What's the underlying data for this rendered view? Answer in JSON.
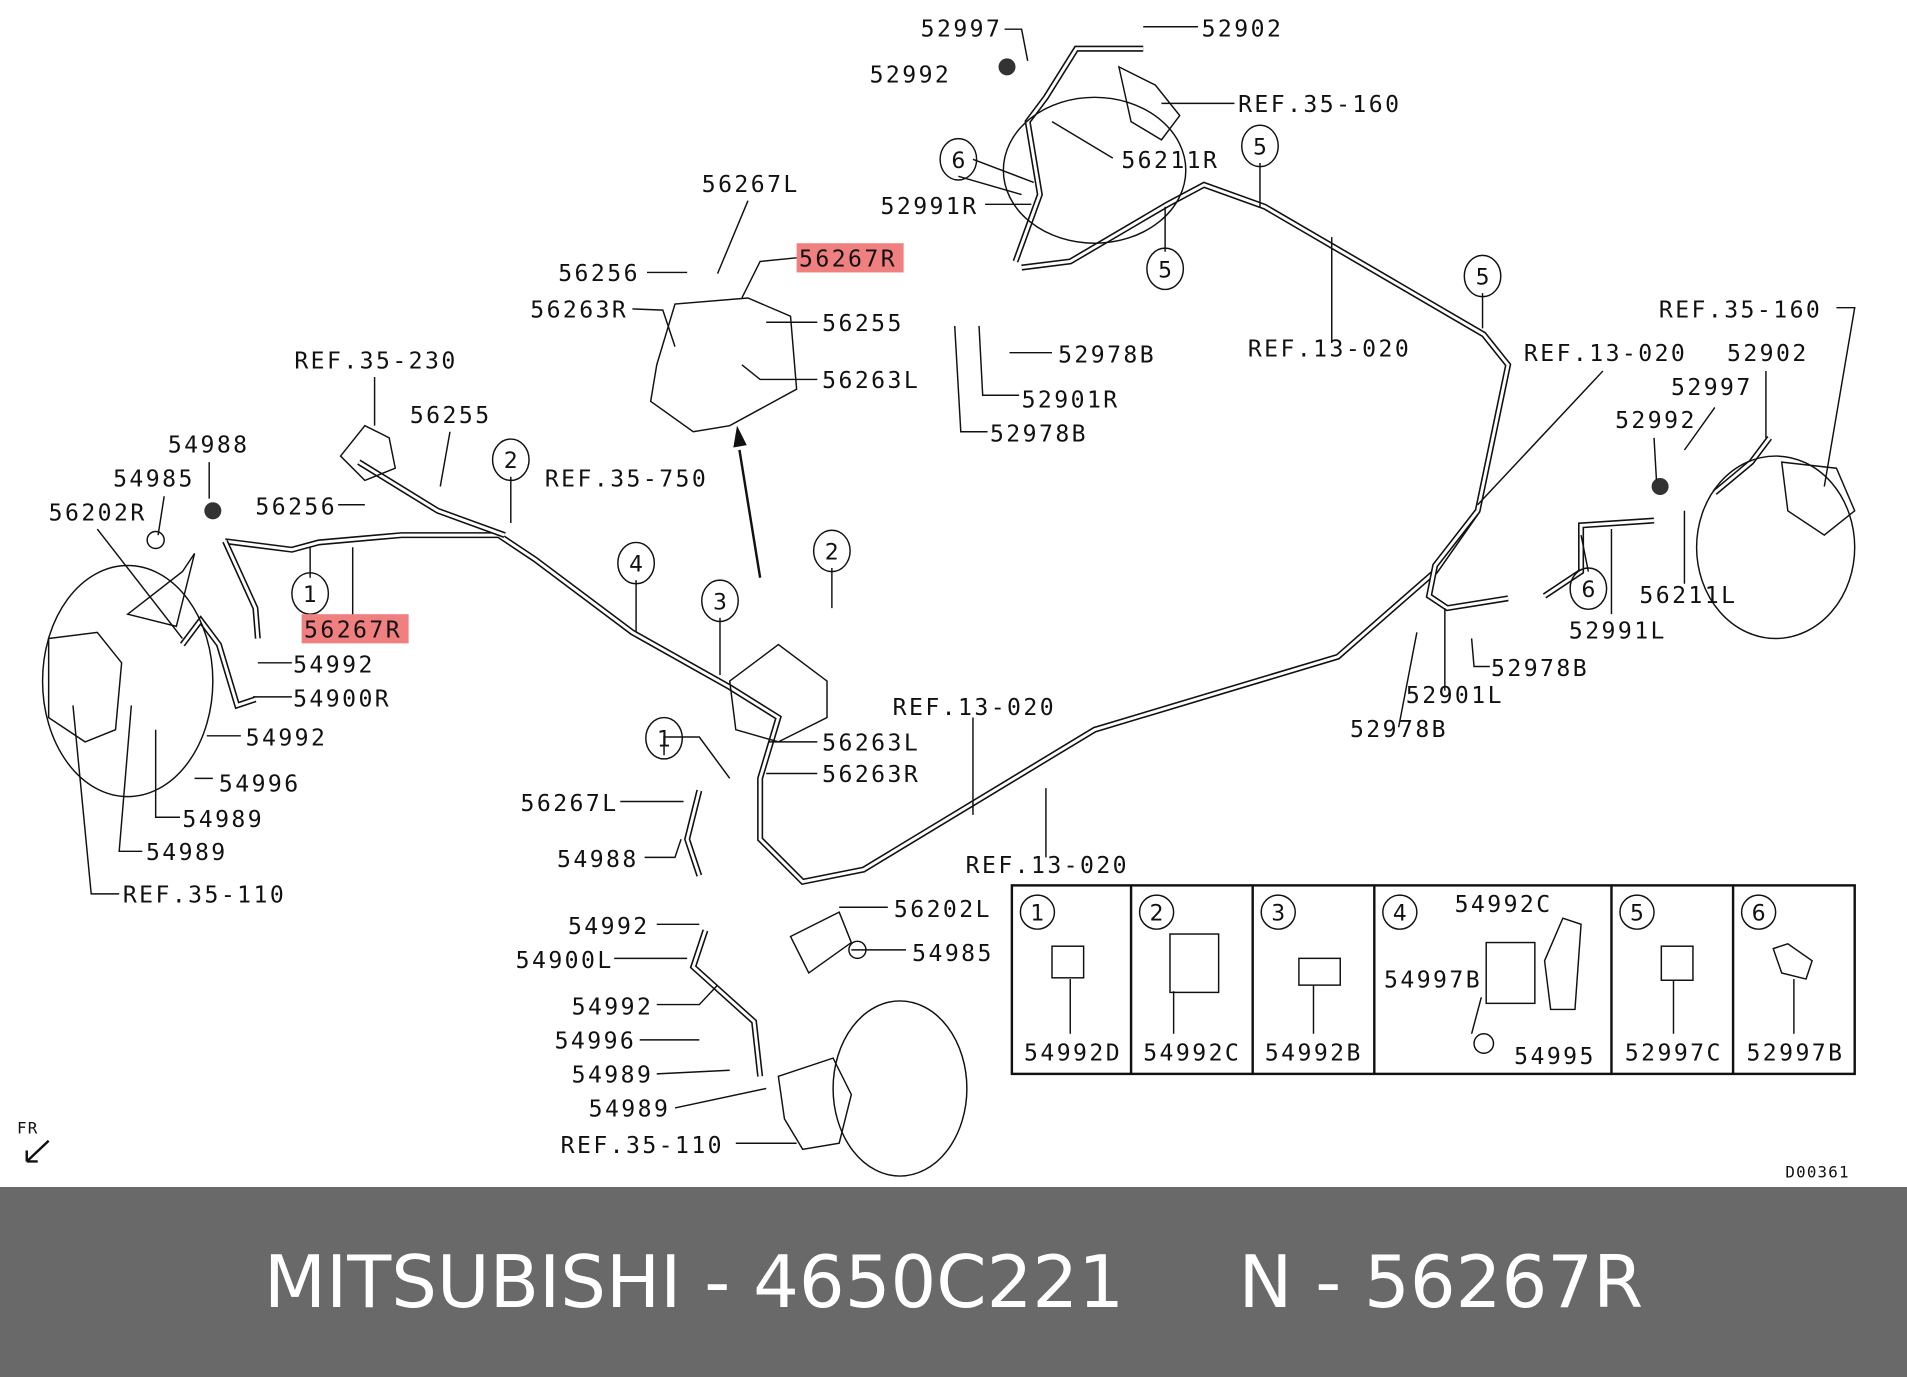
{
  "labels": {
    "l1": "52997",
    "l2": "52902",
    "l3": "52992",
    "l4": "REF.35-160",
    "l5": "56211R",
    "l6": "52991R",
    "l7": "56267L",
    "l8": "56256",
    "l9": "56267R",
    "l10": "56263R",
    "l11": "56255",
    "l12": "REF.35-230",
    "l13": "56263L",
    "l14": "56255",
    "l15": "54988",
    "l16": "REF.35-750",
    "l17": "54985",
    "l18": "56256",
    "l19": "56202R",
    "l20": "56267R",
    "l21": "54992",
    "l22": "54900R",
    "l23": "54992",
    "l24": "54996",
    "l25": "54989",
    "l26": "54989",
    "l27": "REF.35-110",
    "l28": "52978B",
    "l29": "52901R",
    "l30": "52978B",
    "l31": "REF.13-020",
    "l32": "REF.13-020",
    "l33": "REF.35-160",
    "l34": "52902",
    "l35": "52997",
    "l36": "52992",
    "l37": "56211L",
    "l38": "52991L",
    "l39": "52978B",
    "l40": "52901L",
    "l41": "52978B",
    "l42": "REF.13-020",
    "l43": "56263L",
    "l44": "56263R",
    "l45": "56267L",
    "l46": "54988",
    "l47": "REF.13-020",
    "l48": "56202L",
    "l49": "54992",
    "l50": "54985",
    "l51": "54900L",
    "l52": "54992",
    "l53": "54996",
    "l54": "54989",
    "l55": "54989",
    "l56": "REF.35-110",
    "diagram_code": "D00361",
    "front_marker": "FR"
  },
  "callouts": {
    "c1": "6",
    "c2": "5",
    "c3": "5",
    "c4": "5",
    "c5": "2",
    "c6": "1",
    "c7": "4",
    "c8": "3",
    "c9": "2",
    "c10": "1",
    "c11": "6"
  },
  "legend": [
    {
      "num": "1",
      "parts": [
        "54992D"
      ]
    },
    {
      "num": "2",
      "parts": [
        "54992C"
      ]
    },
    {
      "num": "3",
      "parts": [
        "54992B"
      ]
    },
    {
      "num": "4",
      "parts": [
        "54992C",
        "54997B",
        "54995"
      ]
    },
    {
      "num": "5",
      "parts": [
        "52997C"
      ]
    },
    {
      "num": "6",
      "parts": [
        "52997B"
      ]
    }
  ],
  "highlight_color": "#f08080",
  "footer": {
    "text": "MITSUBISHI - 4650C221     N - 56267R"
  }
}
